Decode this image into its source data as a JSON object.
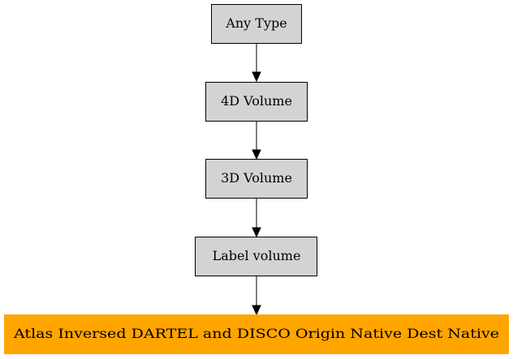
{
  "diagram": {
    "nodes": [
      {
        "id": "any_type",
        "label": "Any Type",
        "fill": "#d3d3d3",
        "highlighted": false
      },
      {
        "id": "4d_volume",
        "label": "4D Volume",
        "fill": "#d3d3d3",
        "highlighted": false
      },
      {
        "id": "3d_volume",
        "label": "3D Volume",
        "fill": "#d3d3d3",
        "highlighted": false
      },
      {
        "id": "label_volume",
        "label": "Label volume",
        "fill": "#d3d3d3",
        "highlighted": false
      },
      {
        "id": "atlas",
        "label": "Atlas Inversed DARTEL and DISCO Origin Native Dest Native",
        "fill": "#ffa500",
        "highlighted": true
      }
    ],
    "edges": [
      {
        "from": "any_type",
        "to": "4d_volume"
      },
      {
        "from": "4d_volume",
        "to": "3d_volume"
      },
      {
        "from": "3d_volume",
        "to": "label_volume"
      },
      {
        "from": "label_volume",
        "to": "atlas"
      }
    ]
  }
}
